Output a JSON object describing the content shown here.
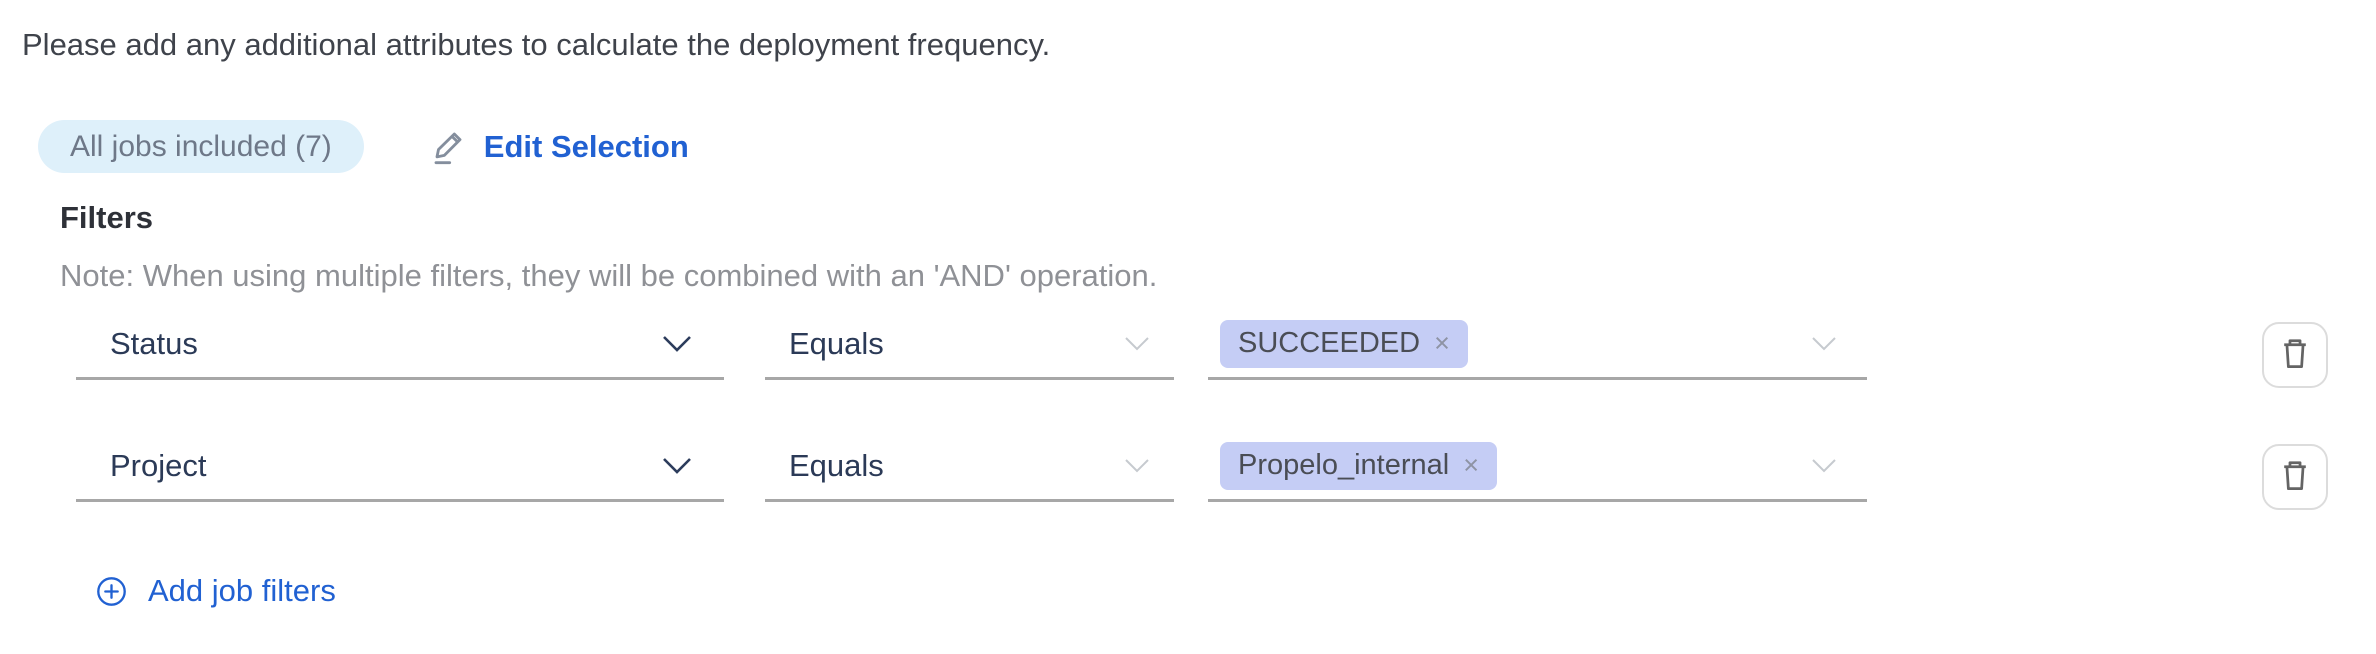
{
  "page": {
    "instruction": "Please add any additional attributes to calculate the deployment frequency."
  },
  "job_selection": {
    "badge": "All jobs included (7)",
    "edit_button": "Edit Selection"
  },
  "filters": {
    "heading": "Filters",
    "note": "Note: When using multiple filters, they will be combined with an 'AND' operation.",
    "rows": [
      {
        "attribute": "Status",
        "operator": "Equals",
        "values": [
          "SUCCEEDED"
        ]
      },
      {
        "attribute": "Project",
        "operator": "Equals",
        "values": [
          "Propelo_internal"
        ]
      }
    ],
    "add_button": "Add job filters"
  },
  "icons": {
    "tag_remove": "×"
  },
  "colors": {
    "link_blue": "#2161d2",
    "badge_bg": "#def0fa",
    "tag_bg": "#c5cdf5",
    "field_text": "#2b3a57",
    "underline": "#a7a7a7"
  }
}
